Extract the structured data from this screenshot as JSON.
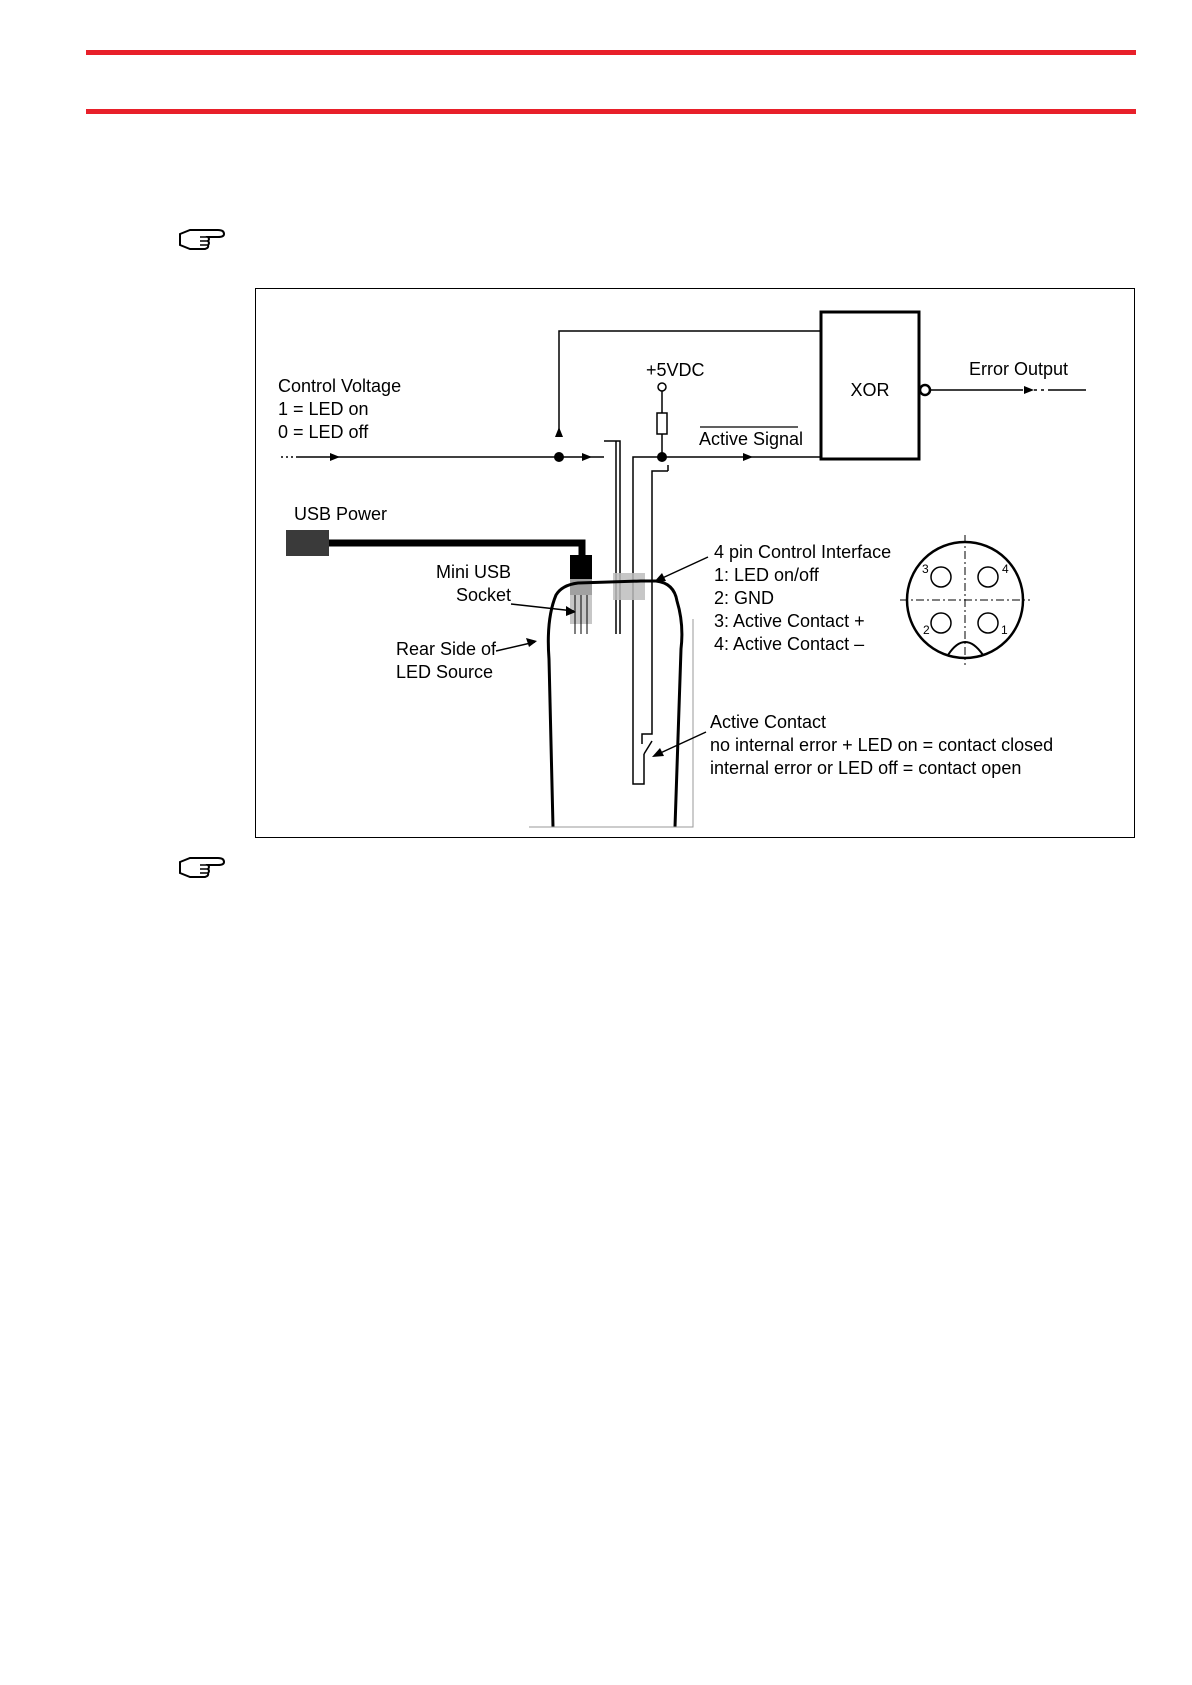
{
  "diagram": {
    "xor_label": "XOR",
    "error_output": "Error Output",
    "supply": "+5VDC",
    "active_signal": "Active Signal",
    "control_voltage": [
      "Control Voltage",
      "1 = LED on",
      "0 = LED off"
    ],
    "usb_power": "USB Power",
    "mini_usb": [
      "Mini USB",
      "Socket"
    ],
    "rear_side": [
      "Rear Side of",
      "LED Source"
    ],
    "interface": {
      "title": "4 pin Control Interface",
      "pins": [
        "1: LED on/off",
        "2: GND",
        "3: Active Contact +",
        "4: Active Contact –"
      ]
    },
    "connector_pins": [
      "3",
      "4",
      "2",
      "1"
    ],
    "active_contact": [
      "Active Contact",
      "no internal error + LED on = contact closed",
      "internal error or LED off = contact open"
    ]
  },
  "colors": {
    "rule": "#e8202a",
    "line": "#000000",
    "socket_highlight": "#bdbdbd",
    "usb_plug": "#3a3a3a"
  },
  "icons": [
    "pointing-hand-icon",
    "pointing-hand-icon"
  ]
}
